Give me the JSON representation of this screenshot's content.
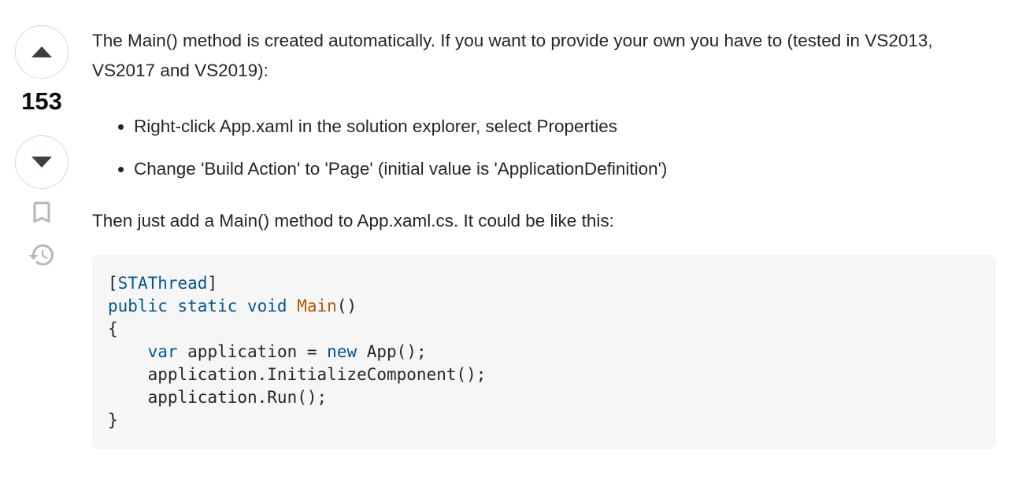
{
  "vote_cell": {
    "score": "153"
  },
  "answer": {
    "paragraph1": "The Main() method is created automatically. If you want to provide your own you have to (tested in VS2013, VS2017 and VS2019):",
    "bullets": [
      "Right-click App.xaml in the solution explorer, select Properties",
      "Change 'Build Action' to 'Page' (initial value is 'ApplicationDefinition')"
    ],
    "paragraph2": "Then just add a Main() method to App.xaml.cs. It could be like this:",
    "code": {
      "lines": [
        [
          {
            "t": "[",
            "c": "pl"
          },
          {
            "t": "STAThread",
            "c": "kw"
          },
          {
            "t": "]",
            "c": "pl"
          }
        ],
        [
          {
            "t": "public static void ",
            "c": "kw"
          },
          {
            "t": "Main",
            "c": "fn"
          },
          {
            "t": "()",
            "c": "pl"
          }
        ],
        [
          {
            "t": "{",
            "c": "pl"
          }
        ],
        [
          {
            "t": "    ",
            "c": "pl"
          },
          {
            "t": "var",
            "c": "kw"
          },
          {
            "t": " application = ",
            "c": "pl"
          },
          {
            "t": "new",
            "c": "kw"
          },
          {
            "t": " App();",
            "c": "pl"
          }
        ],
        [
          {
            "t": "    application.InitializeComponent();",
            "c": "pl"
          }
        ],
        [
          {
            "t": "    application.Run();",
            "c": "pl"
          }
        ],
        [
          {
            "t": "}",
            "c": "pl"
          }
        ]
      ]
    }
  },
  "icons": {
    "upvote": "triangle-up",
    "downvote": "triangle-down",
    "bookmark": "bookmark-outline",
    "history": "clock-counterclockwise-arrow"
  },
  "colors": {
    "body_text": "#232629",
    "vote_count": "#0c0d0e",
    "vote_arrow": "#3b4045",
    "vote_circle_border": "#d6d9dc",
    "icon_gray": "#b3b8bd",
    "code_background": "#f6f6f6",
    "code_keyword": "#015692",
    "code_function": "#b75501",
    "code_plain": "#232629"
  }
}
